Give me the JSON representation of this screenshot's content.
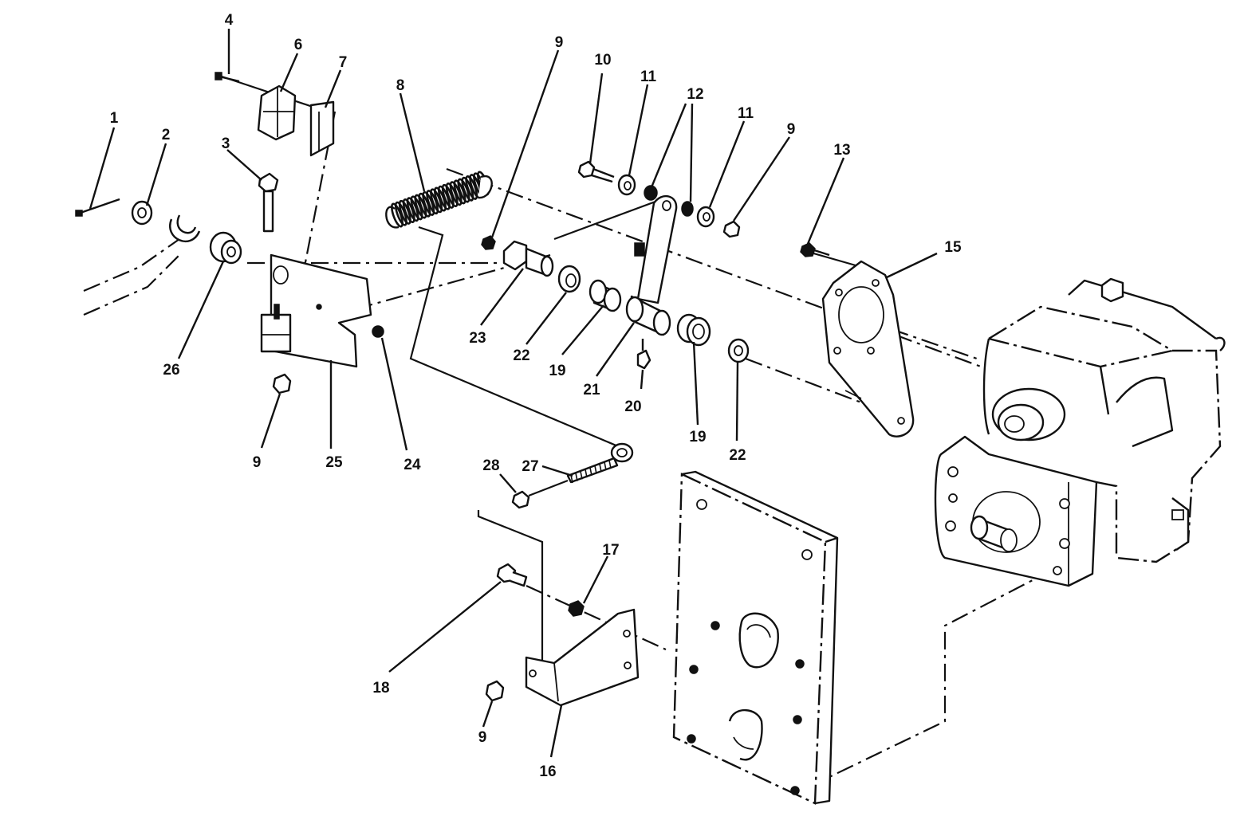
{
  "callouts": [
    {
      "id": "c1",
      "text": "1"
    },
    {
      "id": "c2",
      "text": "2"
    },
    {
      "id": "c3",
      "text": "3"
    },
    {
      "id": "c4",
      "text": "4"
    },
    {
      "id": "c6",
      "text": "6"
    },
    {
      "id": "c7",
      "text": "7"
    },
    {
      "id": "c8",
      "text": "8"
    },
    {
      "id": "c9a",
      "text": "9"
    },
    {
      "id": "c10",
      "text": "10"
    },
    {
      "id": "c11a",
      "text": "11"
    },
    {
      "id": "c12",
      "text": "12"
    },
    {
      "id": "c11b",
      "text": "11"
    },
    {
      "id": "c9b",
      "text": "9"
    },
    {
      "id": "c13",
      "text": "13"
    },
    {
      "id": "c15",
      "text": "15"
    },
    {
      "id": "c26",
      "text": "26"
    },
    {
      "id": "c23",
      "text": "23"
    },
    {
      "id": "c22a",
      "text": "22"
    },
    {
      "id": "c19a",
      "text": "19"
    },
    {
      "id": "c21",
      "text": "21"
    },
    {
      "id": "c20",
      "text": "20"
    },
    {
      "id": "c19b",
      "text": "19"
    },
    {
      "id": "c22b",
      "text": "22"
    },
    {
      "id": "c9c",
      "text": "9"
    },
    {
      "id": "c25",
      "text": "25"
    },
    {
      "id": "c24",
      "text": "24"
    },
    {
      "id": "c28",
      "text": "28"
    },
    {
      "id": "c27",
      "text": "27"
    },
    {
      "id": "c17",
      "text": "17"
    },
    {
      "id": "c18",
      "text": "18"
    },
    {
      "id": "c9d",
      "text": "9"
    },
    {
      "id": "c16",
      "text": "16"
    }
  ]
}
